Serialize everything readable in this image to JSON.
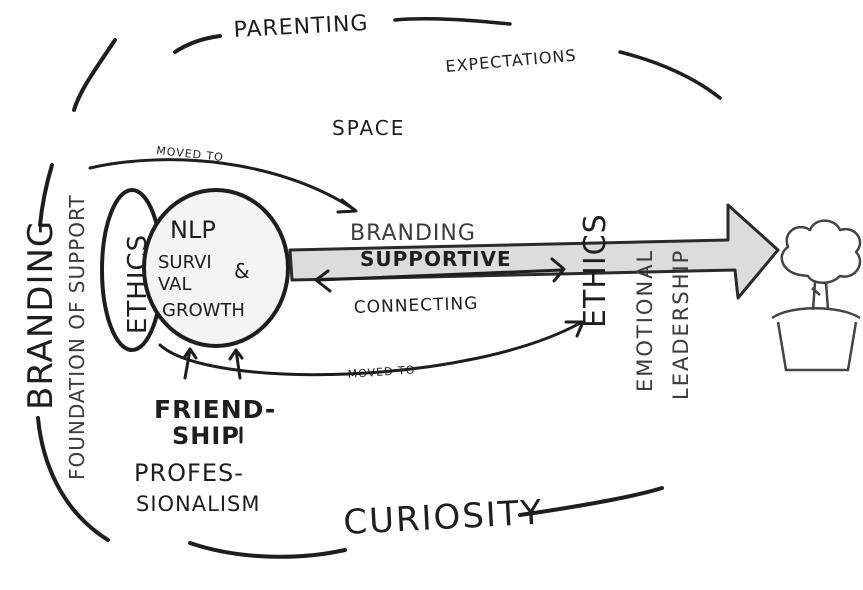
{
  "labels": {
    "parenting": "PARENTING",
    "expectations": "EXPECTATIONS",
    "space": "SPACE",
    "branding_left": "BRANDING",
    "foundation_of_support": "FOUNDATION OF SUPPORT",
    "moved_to_top": "MOVED TO",
    "moved_to_bottom": "MOVED TO",
    "ethics_left": "ETHICS",
    "nlp": "NLP",
    "survi": "SURVI",
    "val": "VAL",
    "ampersand": "&",
    "growth": "GROWTH",
    "branding_right": "BRANDING",
    "supportive": "SUPPORTIVE",
    "connecting": "CONNECTING",
    "ethics_right": "ETHICS",
    "emotional": "EMOTIONAL",
    "leadership": "LEADERSHIP",
    "friend": "FRIEND-",
    "ship": "SHIP",
    "profes": "PROFES-",
    "sionalism": "SIONALISM",
    "curiosity": "CURIOSITY"
  },
  "colors": {
    "ink": "#1e1e1e",
    "grey_ink": "#3c3c3c",
    "arrow_fill": "#dcdcdc",
    "background": "#ffffff"
  }
}
